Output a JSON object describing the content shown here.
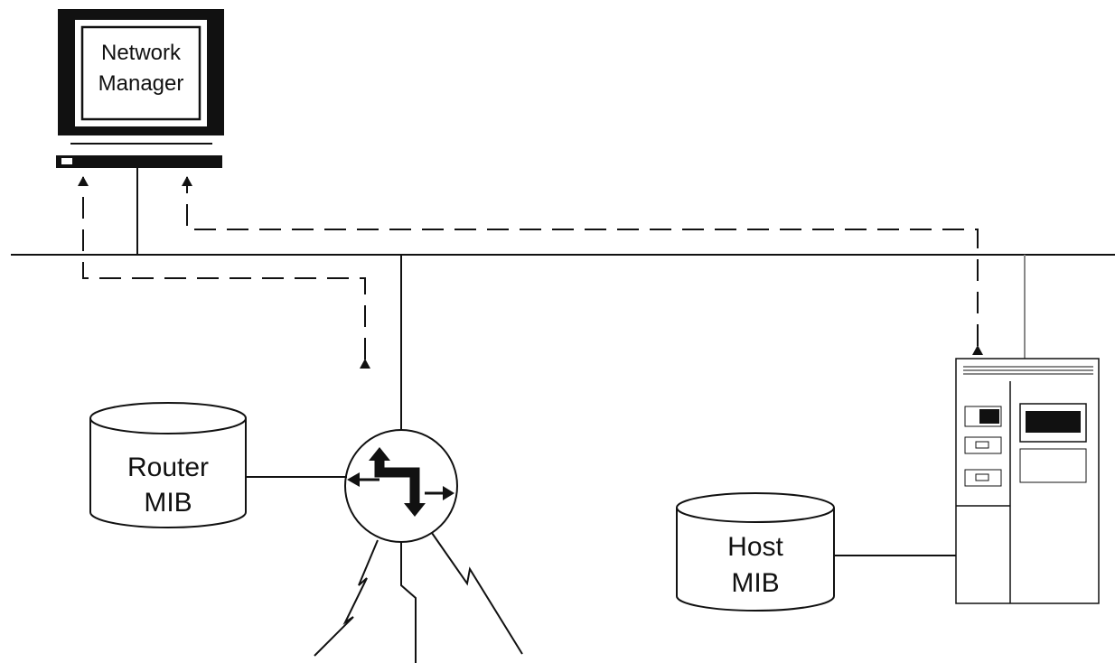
{
  "network_manager": {
    "line1": "Network",
    "line2": "Manager"
  },
  "router_mib": {
    "line1": "Router",
    "line2": "MIB"
  },
  "host_mib": {
    "line1": "Host",
    "line2": "MIB"
  },
  "colors": {
    "ink": "#111111",
    "background": "#ffffff"
  }
}
